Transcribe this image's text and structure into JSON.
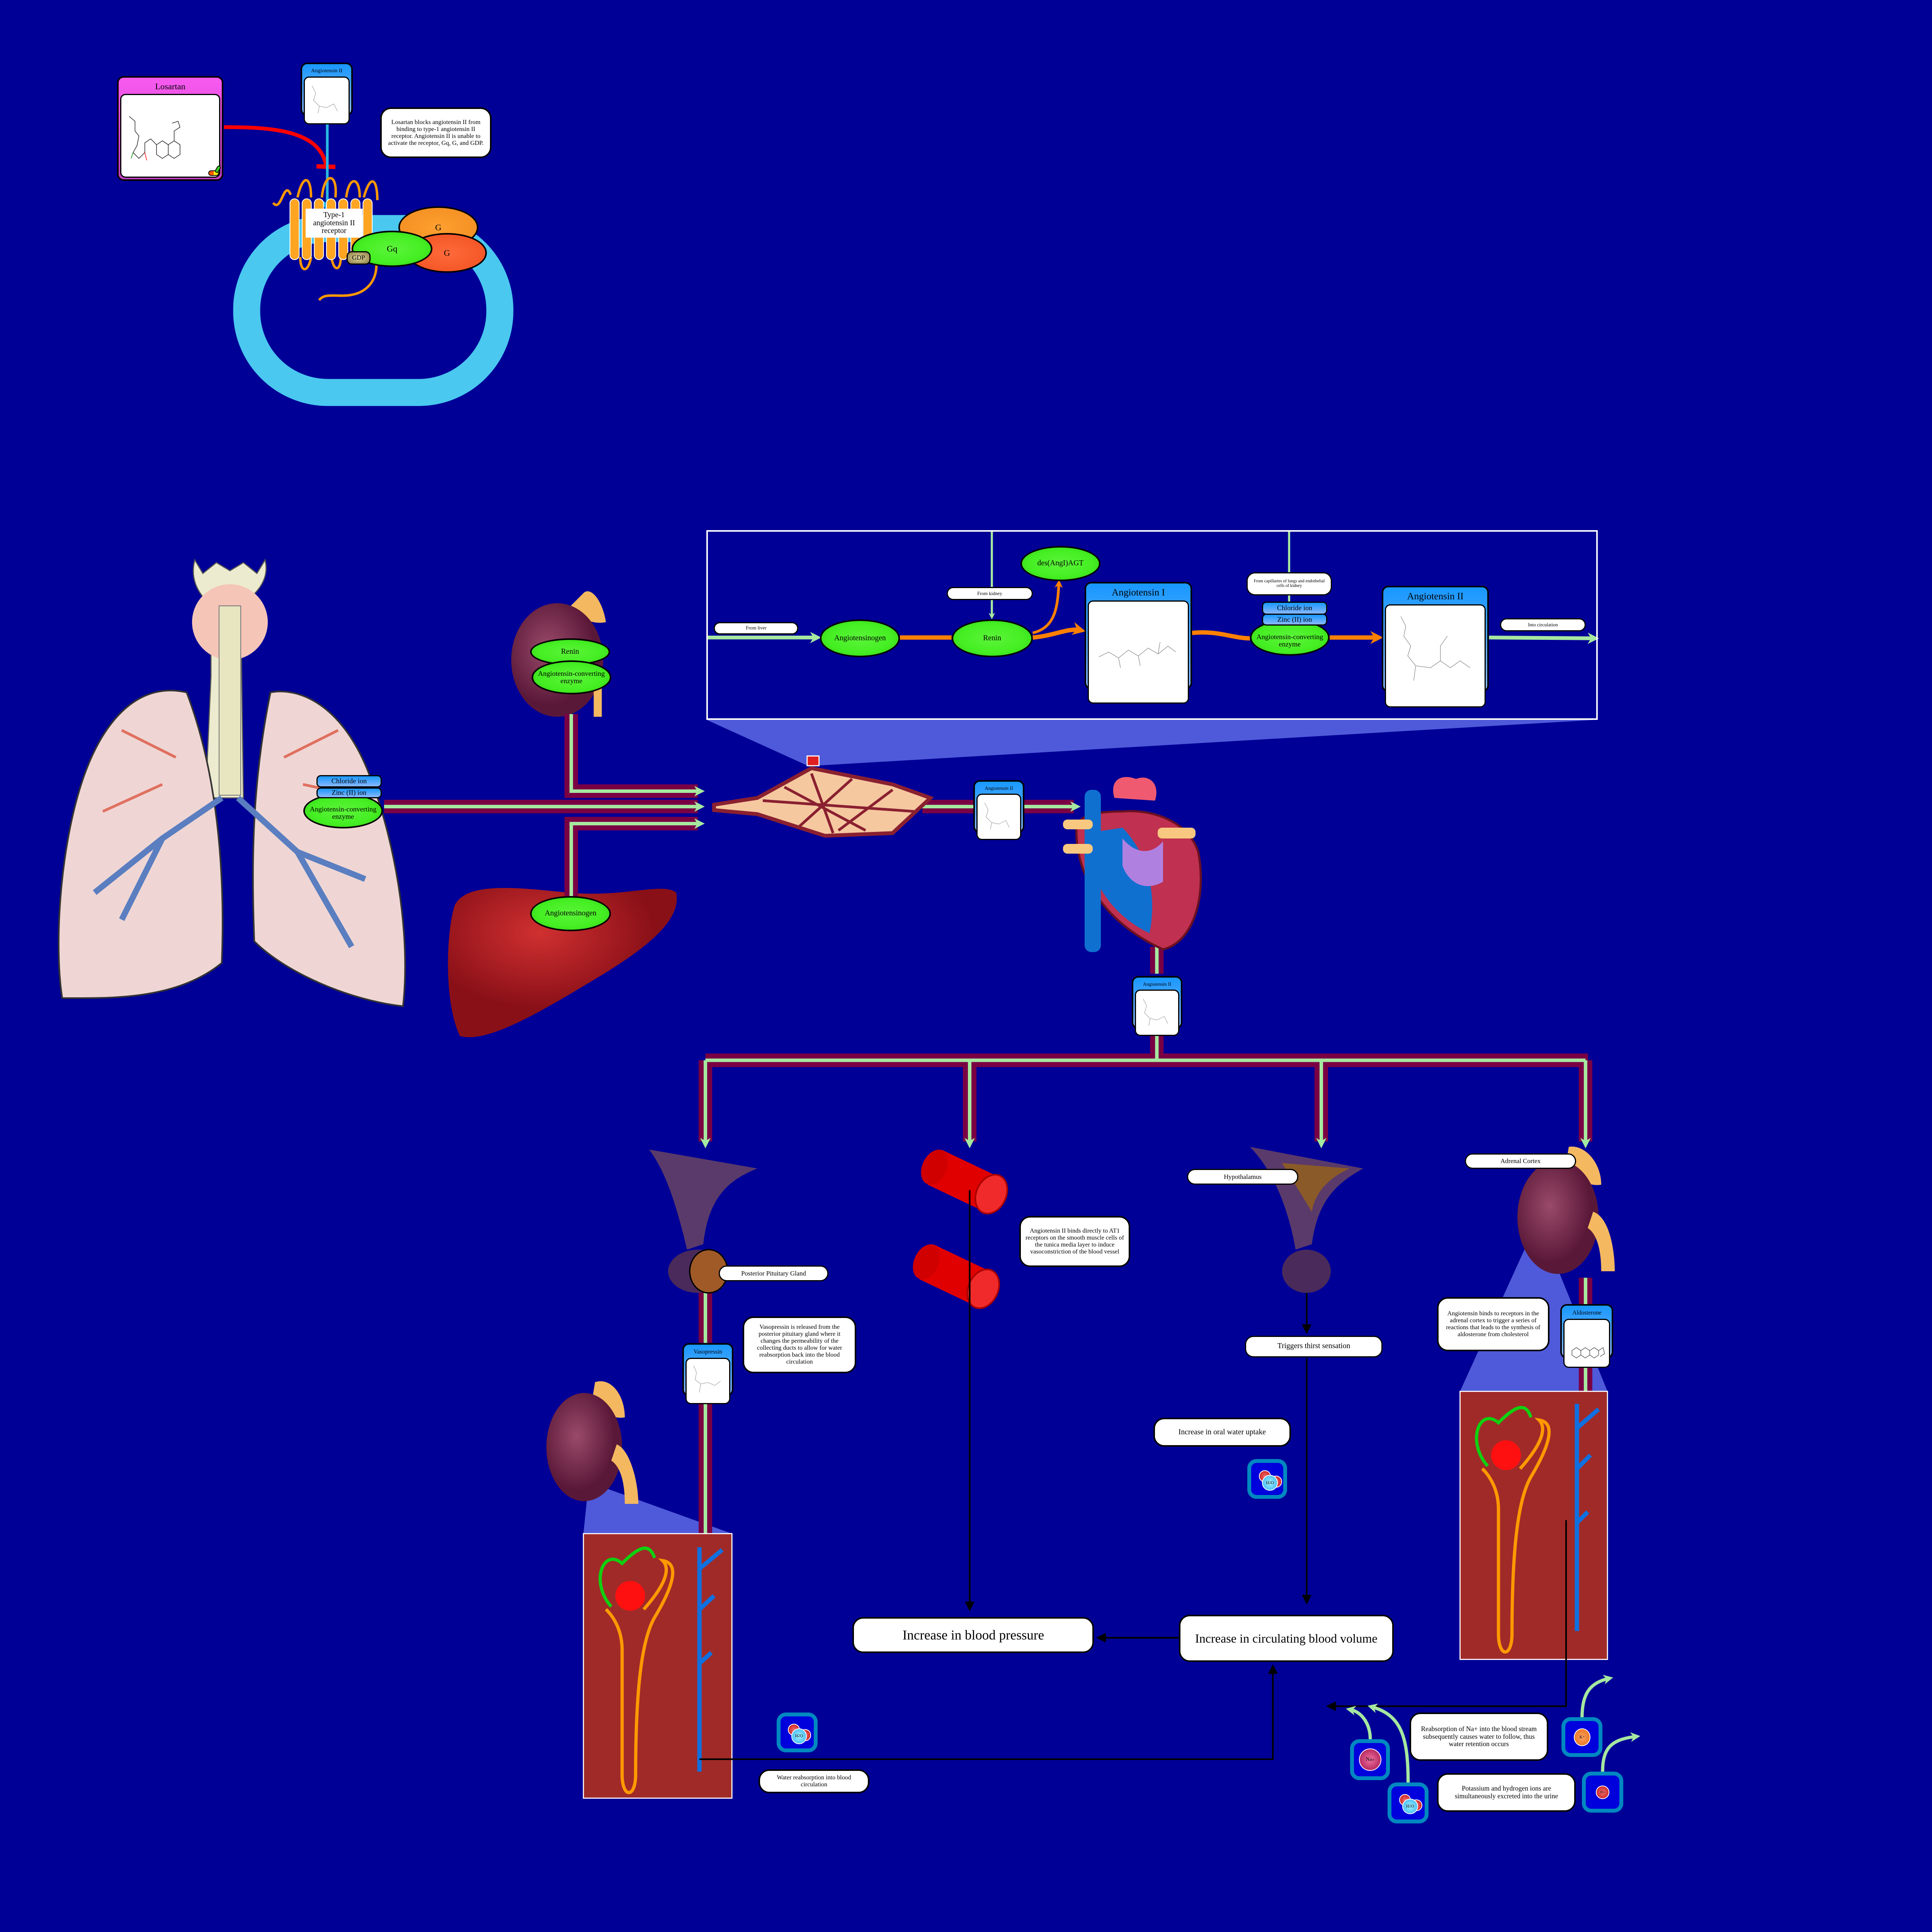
{
  "colors": {
    "background": "#000096",
    "membrane": "#4ac8f0",
    "enzyme": "#44ee22",
    "card_header": "#1898ff",
    "pipe_outer": "#7a0044",
    "pipe_inner": "#a6e8a0",
    "pathway_arrow": "#ff8000",
    "inhibition": "#ff0000"
  },
  "receptor_panel": {
    "losartan_title": "Losartan",
    "angiotensin_ii_card": "Angiotensin II",
    "note": "Losartan blocks angiotensin II from binding to type-1 angiotensin II receptor. Angiotensin II is unable to activate the receptor, Gq, G, and GDP.",
    "receptor_label": "Type-1 angiotensin II receptor",
    "g_top": "G",
    "g_bottom": "G",
    "gq": "Gq",
    "gdp": "GDP"
  },
  "pathway_panel": {
    "from_liver": "From liver",
    "angiotensinogen": "Angiotensinogen",
    "from_kidney": "From kidney",
    "renin": "Renin",
    "des_angi_agt": "des(AngI)AGT",
    "angiotensin_i": "Angiotensin I",
    "from_capillaries": "From capillaries of lungs and endothelial cells of kidney",
    "chloride_ion": "Chloride ion",
    "zinc_ion": "Zinc (II) ion",
    "ace": "Angiotensin-converting enzyme",
    "angiotensin_ii": "Angiotensin II",
    "into_circulation": "Into circulation"
  },
  "organs": {
    "lungs": {
      "chloride_ion": "Chloride ion",
      "zinc_ion": "Zinc (II) ion",
      "ace": "Angiotensin-converting enzyme"
    },
    "kidney": {
      "renin": "Renin",
      "ace": "Angiotensin-converting enzyme"
    },
    "liver": {
      "angiotensinogen": "Angiotensinogen"
    },
    "capillary_card": "Angiotensin II",
    "heart_card": "Angiotensin II"
  },
  "effects": {
    "posterior_pituitary": "Posterior Pituitary Gland",
    "vasopressin_note": "Vasopressin is released from the posterior pituitary gland where it changes the permeability of the collecting ducts to allow for water reabsorption back into the blood circulation",
    "vasopressin_card": "Vasopressin",
    "vessel_note": "Angiotensin II binds directly to AT1 receptors on the smooth muscle cells of the tunica media layer to induce vasoconstriction of the blood vessel",
    "hypothalamus": "Hypothalamus",
    "thirst": "Triggers thirst sensation",
    "oral_water": "Increase in oral water uptake",
    "adrenal_cortex": "Adrenal Cortex",
    "adrenal_note": "Angiotensin binds to receptors in the adrenal cortex to trigger a series of reactions that leads to the synthesis of aldosterone from cholesterol",
    "aldosterone_card": "Aldosterone",
    "blood_pressure": "Increase in blood pressure",
    "blood_volume": "Increase in circulating blood volume",
    "water_reabsorption": "Water reabsorption into blood circulation",
    "sodium_note": "Reabsorption of Na+ into the blood stream subsequently causes water to follow, thus water retention occurs",
    "potassium_note": "Potassium and hydrogen ions are simultaneously excreted into the urine"
  },
  "ions": {
    "water": {
      "base": "H",
      "sub": "2",
      "tail": "O"
    },
    "sodium": {
      "base": "Na",
      "sup": "+"
    },
    "potassium": {
      "base": "K",
      "sup": "+"
    },
    "hydrogen": {
      "base": "H",
      "sup": "+"
    }
  }
}
